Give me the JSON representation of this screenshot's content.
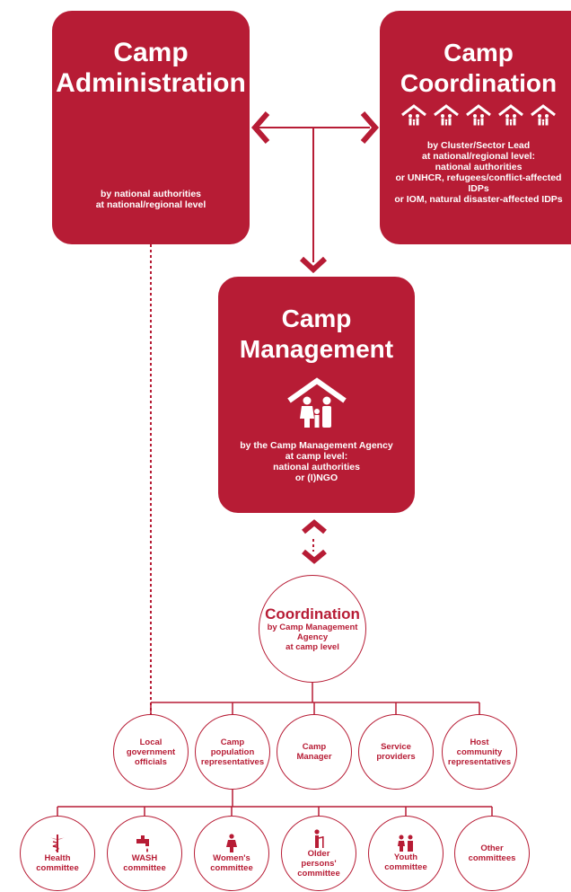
{
  "admin": {
    "title_line1": "Camp",
    "title_line2": "Administration",
    "desc_line1": "by national authorities",
    "desc_line2": "at national/regional level"
  },
  "coordination": {
    "title_line1": "Camp",
    "title_line2": "Coordination",
    "desc_lines": [
      "by Cluster/Sector Lead",
      "at national/regional level:",
      "national authorities",
      "or UNHCR, refugees/conflict-affected",
      "IDPs",
      "or IOM, natural disaster-affected IDPs"
    ]
  },
  "management": {
    "title_line1": "Camp",
    "title_line2": "Management",
    "desc_lines": [
      "by the Camp Management Agency",
      "at camp level:",
      "national authorities",
      "or (I)NGO"
    ]
  },
  "coord_circle": {
    "title": "Coordination",
    "lines": [
      "by Camp Management",
      "Agency",
      "at camp level"
    ]
  },
  "level1": [
    [
      "Local",
      "government",
      "officials"
    ],
    [
      "Camp",
      "population",
      "representatives"
    ],
    [
      "Camp",
      "Manager"
    ],
    [
      "Service",
      "providers"
    ],
    [
      "Host",
      "community",
      "representatives"
    ]
  ],
  "committees": [
    {
      "icon": "caduceus-icon",
      "lines": [
        "Health",
        "committee"
      ]
    },
    {
      "icon": "water-tap-icon",
      "lines": [
        "WASH",
        "committee"
      ]
    },
    {
      "icon": "woman-icon",
      "lines": [
        "Women's",
        "committee"
      ]
    },
    {
      "icon": "elderly-person-icon",
      "lines": [
        "Older",
        "persons'",
        "committee"
      ]
    },
    {
      "icon": "youth-icon",
      "lines": [
        "Youth",
        "committee"
      ]
    },
    {
      "icon": "",
      "lines": [
        "Other",
        "committees"
      ]
    }
  ],
  "colors": {
    "primary": "#b71c35",
    "background": "#ffffff"
  }
}
